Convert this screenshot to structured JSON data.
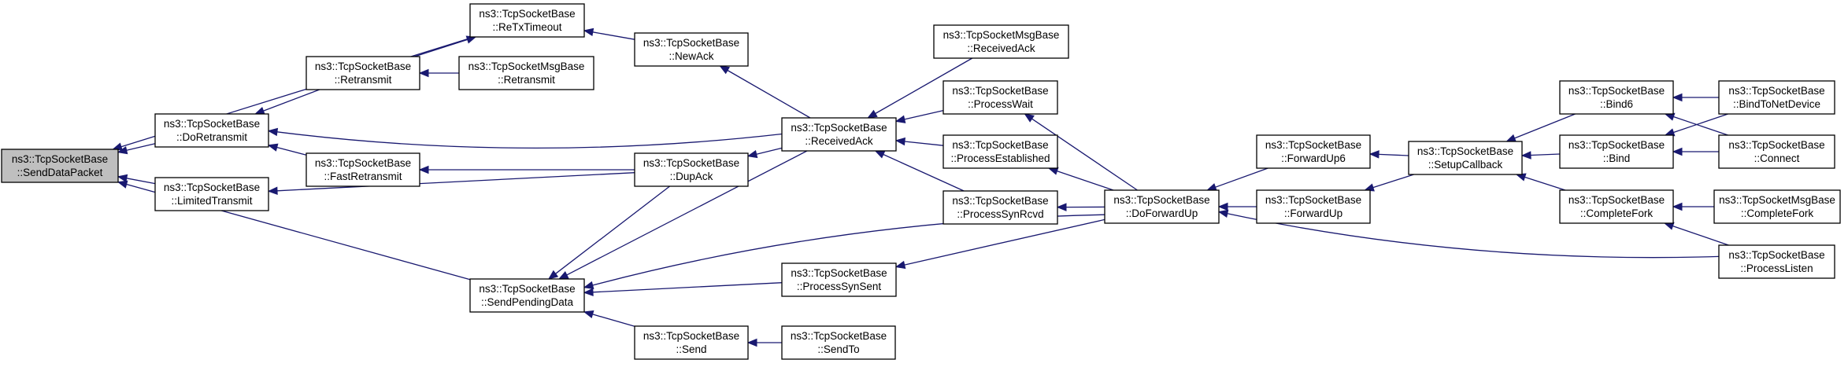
{
  "diagram": {
    "nodes": [
      {
        "id": "send_data_packet",
        "line1": "ns3::TcpSocketBase",
        "line2": "::SendDataPacket",
        "highlight": true
      },
      {
        "id": "retx_timeout",
        "line1": "ns3::TcpSocketBase",
        "line2": "::ReTxTimeout"
      },
      {
        "id": "do_retransmit",
        "line1": "ns3::TcpSocketBase",
        "line2": "::DoRetransmit"
      },
      {
        "id": "limited_transmit",
        "line1": "ns3::TcpSocketBase",
        "line2": "::LimitedTransmit"
      },
      {
        "id": "send_pending_data",
        "line1": "ns3::TcpSocketBase",
        "line2": "::SendPendingData"
      },
      {
        "id": "retransmit",
        "line1": "ns3::TcpSocketBase",
        "line2": "::Retransmit"
      },
      {
        "id": "fast_retransmit",
        "line1": "ns3::TcpSocketBase",
        "line2": "::FastRetransmit"
      },
      {
        "id": "msg_retransmit",
        "line1": "ns3::TcpSocketMsgBase",
        "line2": "::Retransmit"
      },
      {
        "id": "new_ack",
        "line1": "ns3::TcpSocketBase",
        "line2": "::NewAck"
      },
      {
        "id": "received_ack",
        "line1": "ns3::TcpSocketBase",
        "line2": "::ReceivedAck"
      },
      {
        "id": "dup_ack",
        "line1": "ns3::TcpSocketBase",
        "line2": "::DupAck"
      },
      {
        "id": "send",
        "line1": "ns3::TcpSocketBase",
        "line2": "::Send"
      },
      {
        "id": "msg_received_ack",
        "line1": "ns3::TcpSocketMsgBase",
        "line2": "::ReceivedAck"
      },
      {
        "id": "process_wait",
        "line1": "ns3::TcpSocketBase",
        "line2": "::ProcessWait"
      },
      {
        "id": "process_established",
        "line1": "ns3::TcpSocketBase",
        "line2": "::ProcessEstablished"
      },
      {
        "id": "process_syn_rcvd",
        "line1": "ns3::TcpSocketBase",
        "line2": "::ProcessSynRcvd"
      },
      {
        "id": "process_syn_sent",
        "line1": "ns3::TcpSocketBase",
        "line2": "::ProcessSynSent"
      },
      {
        "id": "send_to",
        "line1": "ns3::TcpSocketBase",
        "line2": "::SendTo"
      },
      {
        "id": "do_forward_up",
        "line1": "ns3::TcpSocketBase",
        "line2": "::DoForwardUp"
      },
      {
        "id": "forward_up6",
        "line1": "ns3::TcpSocketBase",
        "line2": "::ForwardUp6"
      },
      {
        "id": "forward_up",
        "line1": "ns3::TcpSocketBase",
        "line2": "::ForwardUp"
      },
      {
        "id": "setup_callback",
        "line1": "ns3::TcpSocketBase",
        "line2": "::SetupCallback"
      },
      {
        "id": "bind6",
        "line1": "ns3::TcpSocketBase",
        "line2": "::Bind6"
      },
      {
        "id": "bind",
        "line1": "ns3::TcpSocketBase",
        "line2": "::Bind"
      },
      {
        "id": "complete_fork",
        "line1": "ns3::TcpSocketBase",
        "line2": "::CompleteFork"
      },
      {
        "id": "bind_to_net_device",
        "line1": "ns3::TcpSocketBase",
        "line2": "::BindToNetDevice"
      },
      {
        "id": "connect",
        "line1": "ns3::TcpSocketBase",
        "line2": "::Connect"
      },
      {
        "id": "msg_complete_fork",
        "line1": "ns3::TcpSocketMsgBase",
        "line2": "::CompleteFork"
      },
      {
        "id": "process_listen",
        "line1": "ns3::TcpSocketBase",
        "line2": "::ProcessListen"
      }
    ],
    "edges": [
      {
        "from": "retx_timeout",
        "to": "send_data_packet"
      },
      {
        "from": "do_retransmit",
        "to": "send_data_packet"
      },
      {
        "from": "limited_transmit",
        "to": "send_data_packet"
      },
      {
        "from": "send_pending_data",
        "to": "send_data_packet"
      },
      {
        "from": "retransmit",
        "to": "retx_timeout"
      },
      {
        "from": "new_ack",
        "to": "retx_timeout"
      },
      {
        "from": "retransmit",
        "to": "do_retransmit"
      },
      {
        "from": "received_ack",
        "to": "do_retransmit"
      },
      {
        "from": "fast_retransmit",
        "to": "do_retransmit"
      },
      {
        "from": "dup_ack",
        "to": "limited_transmit"
      },
      {
        "from": "msg_retransmit",
        "to": "retransmit"
      },
      {
        "from": "dup_ack",
        "to": "fast_retransmit"
      },
      {
        "from": "received_ack",
        "to": "new_ack"
      },
      {
        "from": "received_ack",
        "to": "dup_ack"
      },
      {
        "from": "dup_ack",
        "to": "send_pending_data"
      },
      {
        "from": "received_ack",
        "to": "send_pending_data"
      },
      {
        "from": "process_syn_sent",
        "to": "send_pending_data"
      },
      {
        "from": "send",
        "to": "send_pending_data"
      },
      {
        "from": "do_forward_up",
        "to": "send_pending_data"
      },
      {
        "from": "send_to",
        "to": "send"
      },
      {
        "from": "msg_received_ack",
        "to": "received_ack"
      },
      {
        "from": "process_wait",
        "to": "received_ack"
      },
      {
        "from": "process_established",
        "to": "received_ack"
      },
      {
        "from": "process_syn_rcvd",
        "to": "received_ack"
      },
      {
        "from": "do_forward_up",
        "to": "process_wait"
      },
      {
        "from": "do_forward_up",
        "to": "process_established"
      },
      {
        "from": "do_forward_up",
        "to": "process_syn_rcvd"
      },
      {
        "from": "do_forward_up",
        "to": "process_syn_sent"
      },
      {
        "from": "forward_up6",
        "to": "do_forward_up"
      },
      {
        "from": "forward_up",
        "to": "do_forward_up"
      },
      {
        "from": "process_listen",
        "to": "do_forward_up"
      },
      {
        "from": "setup_callback",
        "to": "forward_up6"
      },
      {
        "from": "setup_callback",
        "to": "forward_up"
      },
      {
        "from": "bind6",
        "to": "setup_callback"
      },
      {
        "from": "bind",
        "to": "setup_callback"
      },
      {
        "from": "complete_fork",
        "to": "setup_callback"
      },
      {
        "from": "bind_to_net_device",
        "to": "bind6"
      },
      {
        "from": "connect",
        "to": "bind6"
      },
      {
        "from": "bind_to_net_device",
        "to": "bind"
      },
      {
        "from": "connect",
        "to": "bind"
      },
      {
        "from": "msg_complete_fork",
        "to": "complete_fork"
      },
      {
        "from": "process_listen",
        "to": "complete_fork"
      }
    ],
    "colors": {
      "edge": "#191970",
      "highlight_fill": "#bfbfbf",
      "node_fill": "#ffffff",
      "node_border": "#000000"
    }
  }
}
